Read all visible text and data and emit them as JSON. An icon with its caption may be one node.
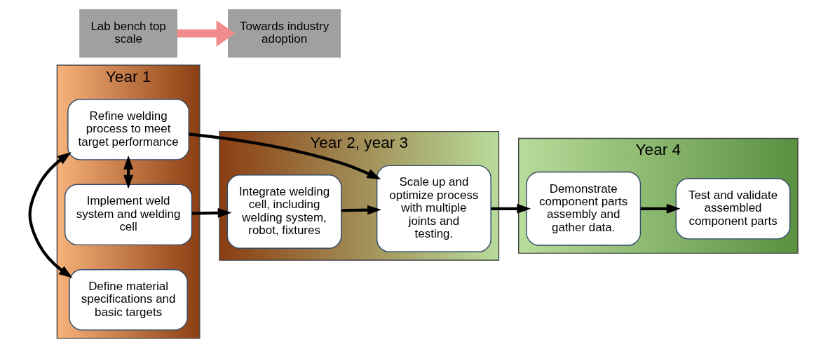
{
  "diagram": {
    "nodes": [
      {
        "text": [
          "Year 1"
        ]
      },
      {
        "text": [
          "Define material specifications and basic targets"
        ],
        "in": 0
      },
      {
        "text": [
          "Refine welding process to meet target performance"
        ],
        "in": 0
      },
      {
        "text": [
          "Implement weld system and welding cell"
        ],
        "in": 0
      },
      {
        "text": [
          "Year 2, year 3"
        ]
      },
      {
        "text": [
          "Integrate welding cell, including welding system, robot, fixtures"
        ],
        "in": 4
      },
      {
        "text": [
          "Scale up and optimize process with multiple joints and testing."
        ],
        "in": 4
      },
      {
        "text": [
          "Year 4"
        ]
      },
      {
        "text": [
          "Demonstrate component parts assembly and gather data."
        ],
        "in": 7
      },
      {
        "text": [
          "Test and validate assembled component parts"
        ],
        "in": 7
      },
      {
        "text": [
          "Lab bench top scale"
        ]
      },
      {
        "text": [
          "Towards industry adoption"
        ]
      }
    ],
    "edges": [
      {
        "from": 1,
        "to": 2,
        "arrow": "both"
      },
      {
        "from": 2,
        "to": 3,
        "arrow": "both"
      },
      {
        "from": 2,
        "to": 6,
        "arrow": "to"
      },
      {
        "from": 3,
        "to": 5,
        "arrow": "to"
      },
      {
        "from": 5,
        "to": 6,
        "arrow": "to"
      },
      {
        "from": 6,
        "to": 8,
        "arrow": "to"
      },
      {
        "from": 8,
        "to": 9,
        "arrow": "to"
      },
      {
        "from": 10,
        "to": 11,
        "arrow": "to",
        "style": "thick",
        "color": "#f28b8b"
      }
    ]
  }
}
